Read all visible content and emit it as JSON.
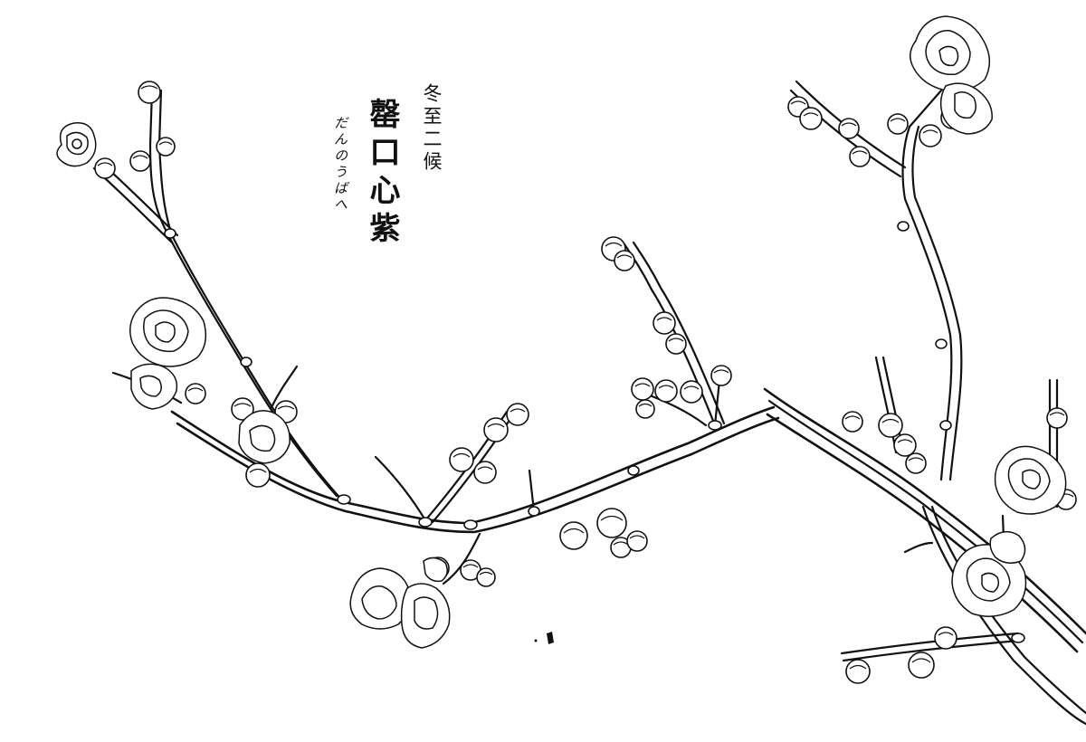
{
  "artwork": {
    "subject": "wintersweet-branch",
    "style": "ink-line-drawing",
    "ink_color": "#111111",
    "paper_color": "#ffffff"
  },
  "captions": {
    "season": "冬至二候",
    "title": "罄口心紫",
    "reading": "だんのうばへ"
  }
}
